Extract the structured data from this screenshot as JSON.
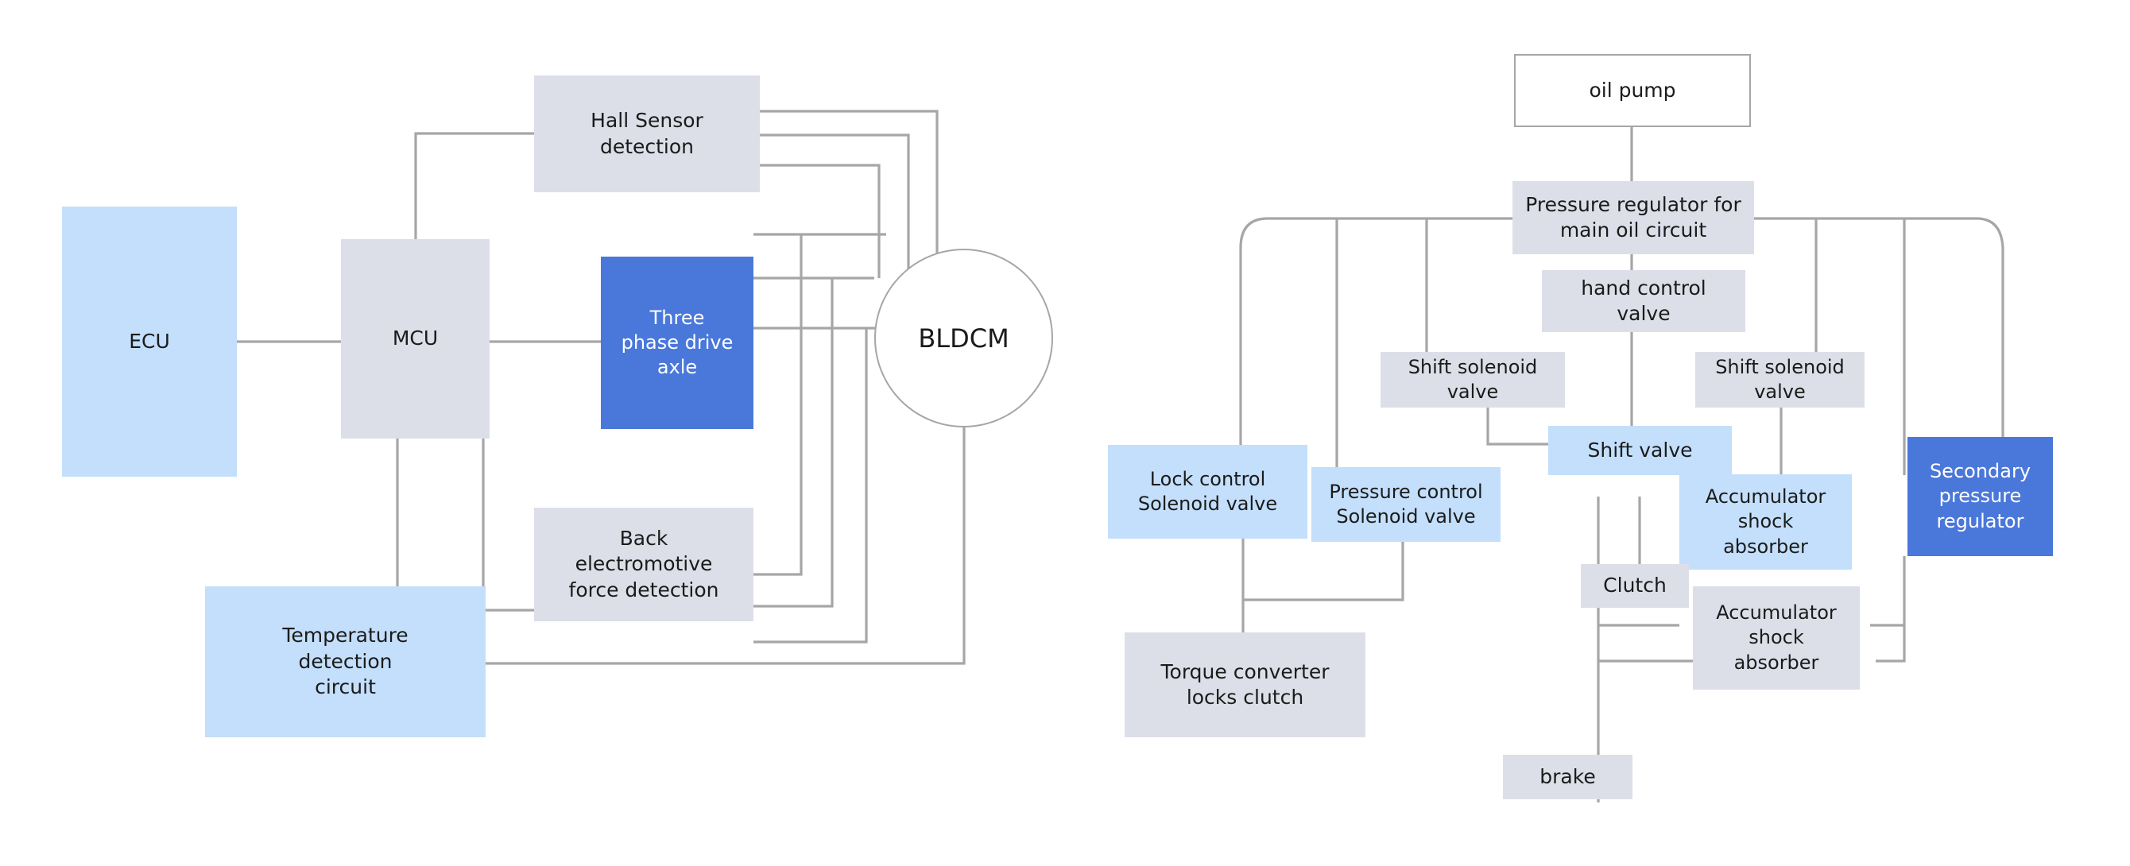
{
  "colors": {
    "grey_fill": "#dcdfe8",
    "light_blue_fill": "#c3dffb",
    "blue_fill": "#4a77da",
    "white_fill": "#ffffff",
    "wire": "#a6a6a6",
    "text": "#1b1b1b",
    "text_inverse": "#ffffff"
  },
  "left_diagram": {
    "name": "bldcm-motor-control-block-diagram",
    "nodes": [
      {
        "id": "ecu",
        "label": "ECU",
        "style": "light-blue",
        "shape": "rect"
      },
      {
        "id": "mcu",
        "label": "MCU",
        "style": "grey",
        "shape": "rect"
      },
      {
        "id": "hall",
        "label": "Hall Sensor\ndetection",
        "style": "grey",
        "shape": "rect"
      },
      {
        "id": "three",
        "label": "Three\nphase drive\naxle",
        "style": "blue",
        "shape": "rect"
      },
      {
        "id": "bldcm",
        "label": "BLDCM",
        "style": "white",
        "shape": "ellipse"
      },
      {
        "id": "bemf",
        "label": "Back\nelectromotive\nforce detection",
        "style": "grey",
        "shape": "rect"
      },
      {
        "id": "temp",
        "label": "Temperature\ndetection\ncircuit",
        "style": "light-blue",
        "shape": "rect"
      }
    ],
    "edges": [
      {
        "from": "ecu",
        "to": "mcu"
      },
      {
        "from": "mcu",
        "to": "three"
      },
      {
        "from": "mcu",
        "to": "hall"
      },
      {
        "from": "mcu",
        "to": "bemf"
      },
      {
        "from": "mcu",
        "to": "temp"
      },
      {
        "from": "hall",
        "to": "bldcm"
      },
      {
        "from": "three",
        "to": "bldcm"
      },
      {
        "from": "bldcm",
        "to": "bemf"
      },
      {
        "from": "bldcm",
        "to": "temp"
      }
    ]
  },
  "right_diagram": {
    "name": "hydraulic-transmission-control-block-diagram",
    "nodes": [
      {
        "id": "oil_pump",
        "label": "oil  pump",
        "style": "white"
      },
      {
        "id": "main_reg",
        "label": "Pressure regulator for\nmain oil  circuit",
        "style": "grey"
      },
      {
        "id": "hand_valve",
        "label": "hand control\nvalve",
        "style": "grey"
      },
      {
        "id": "shift_sol_l",
        "label": "Shift solenoid\nvalve",
        "style": "grey"
      },
      {
        "id": "shift_sol_r",
        "label": "Shift solenoid\nvalve",
        "style": "grey"
      },
      {
        "id": "shift_valve",
        "label": "Shift valve",
        "style": "light-blue"
      },
      {
        "id": "lock_sol",
        "label": "Lock control\nSolenoid valve",
        "style": "light-blue"
      },
      {
        "id": "press_sol",
        "label": "Pressure control\nSolenoid valve",
        "style": "light-blue"
      },
      {
        "id": "accum_1",
        "label": "Accumulator\nshock\nabsorber",
        "style": "light-blue"
      },
      {
        "id": "accum_2",
        "label": "Accumulator\nshock\nabsorber",
        "style": "grey"
      },
      {
        "id": "sec_reg",
        "label": "Secondary\npressure\nregulator",
        "style": "blue"
      },
      {
        "id": "clutch",
        "label": "Clutch",
        "style": "grey"
      },
      {
        "id": "torque_conv",
        "label": "Torque converter\nlocks clutch",
        "style": "grey"
      },
      {
        "id": "brake",
        "label": "brake",
        "style": "grey"
      }
    ],
    "edges": [
      {
        "from": "oil_pump",
        "to": "main_reg"
      },
      {
        "from": "main_reg",
        "to": "hand_valve"
      },
      {
        "from": "main_reg",
        "to": "shift_sol_l"
      },
      {
        "from": "main_reg",
        "to": "shift_sol_r"
      },
      {
        "from": "main_reg",
        "to": "lock_sol"
      },
      {
        "from": "main_reg",
        "to": "press_sol"
      },
      {
        "from": "main_reg",
        "to": "sec_reg"
      },
      {
        "from": "hand_valve",
        "to": "shift_valve"
      },
      {
        "from": "shift_sol_l",
        "to": "shift_valve"
      },
      {
        "from": "shift_sol_r",
        "to": "shift_valve"
      },
      {
        "from": "shift_valve",
        "to": "clutch"
      },
      {
        "from": "shift_valve",
        "to": "accum_1"
      },
      {
        "from": "shift_valve",
        "to": "brake"
      },
      {
        "from": "shift_valve",
        "to": "accum_2"
      },
      {
        "from": "accum_1",
        "to": "sec_reg"
      },
      {
        "from": "accum_2",
        "to": "sec_reg"
      },
      {
        "from": "lock_sol",
        "to": "torque_conv"
      },
      {
        "from": "press_sol",
        "to": "torque_conv"
      }
    ]
  }
}
